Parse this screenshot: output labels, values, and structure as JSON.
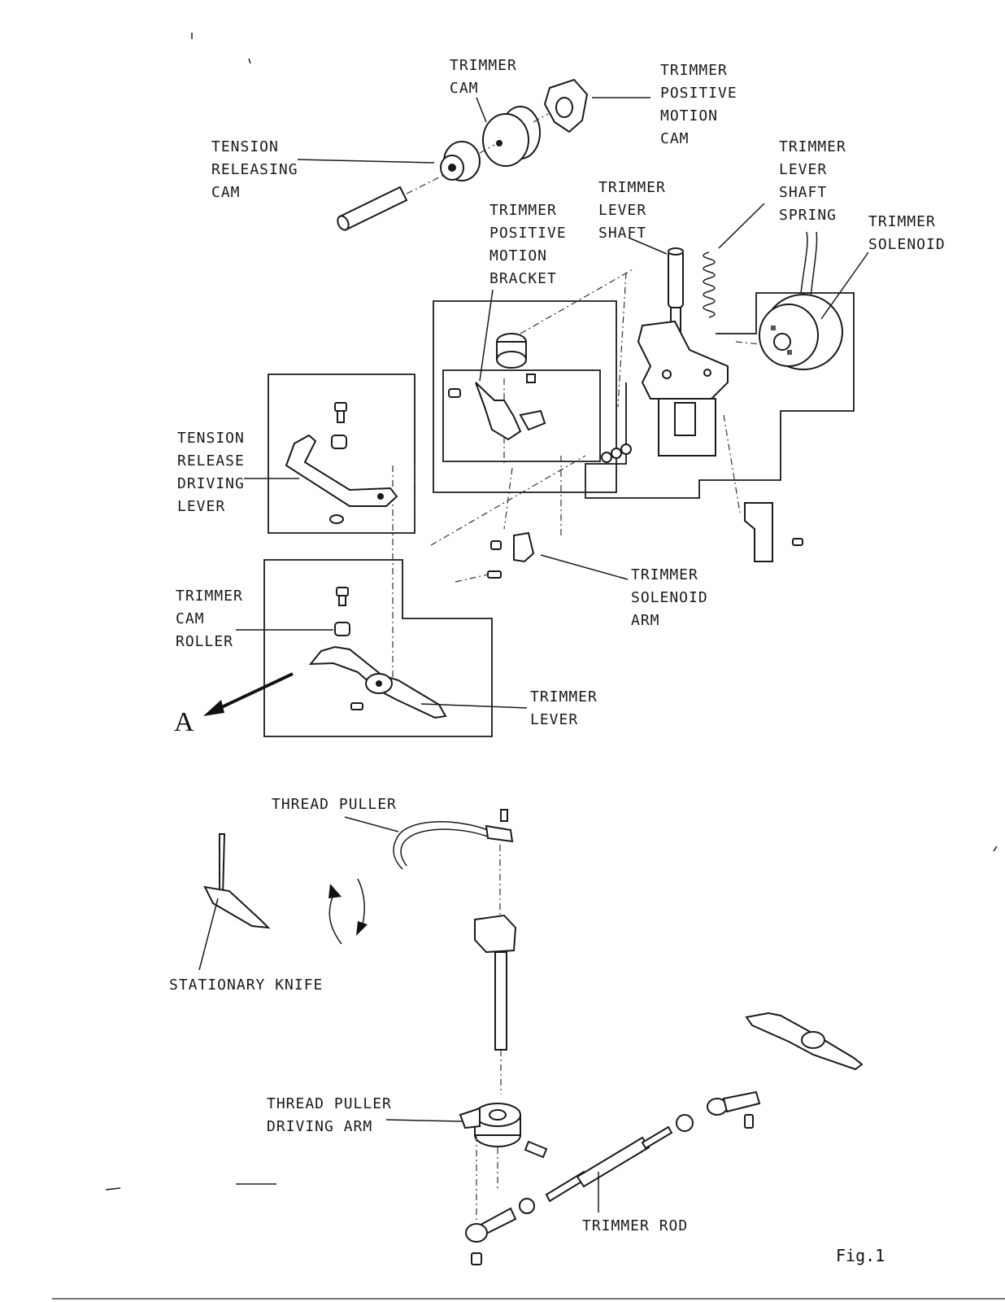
{
  "labels": {
    "trimmer_cam": [
      "TRIMMER",
      "CAM"
    ],
    "trimmer_positive_motion_cam": [
      "TRIMMER",
      "POSITIVE",
      "MOTION",
      "CAM"
    ],
    "tension_releasing_cam": [
      "TENSION",
      "RELEASING",
      "CAM"
    ],
    "trimmer_lever_shaft_spring": [
      "TRIMMER",
      "LEVER",
      "SHAFT",
      "SPRING"
    ],
    "trimmer_lever_shaft": [
      "TRIMMER",
      "LEVER",
      "SHAFT"
    ],
    "trimmer_positive_motion_bracket": [
      "TRIMMER",
      "POSITIVE",
      "MOTION",
      "BRACKET"
    ],
    "trimmer_solenoid": [
      "TRIMMER",
      "SOLENOID"
    ],
    "tension_release_driving_lever": [
      "TENSION",
      "RELEASE",
      "DRIVING",
      "LEVER"
    ],
    "trimmer_solenoid_arm": [
      "TRIMMER",
      "SOLENOID",
      "ARM"
    ],
    "trimmer_cam_roller": [
      "TRIMMER",
      "CAM",
      "ROLLER"
    ],
    "trimmer_lever": [
      "TRIMMER",
      "LEVER"
    ],
    "direction_marker": "A",
    "thread_puller": "THREAD PULLER",
    "stationary_knife": "STATIONARY KNIFE",
    "thread_puller_driving_arm": [
      "THREAD PULLER",
      "DRIVING ARM"
    ],
    "trimmer_rod": "TRIMMER ROD",
    "figure_caption": "Fig.1"
  }
}
